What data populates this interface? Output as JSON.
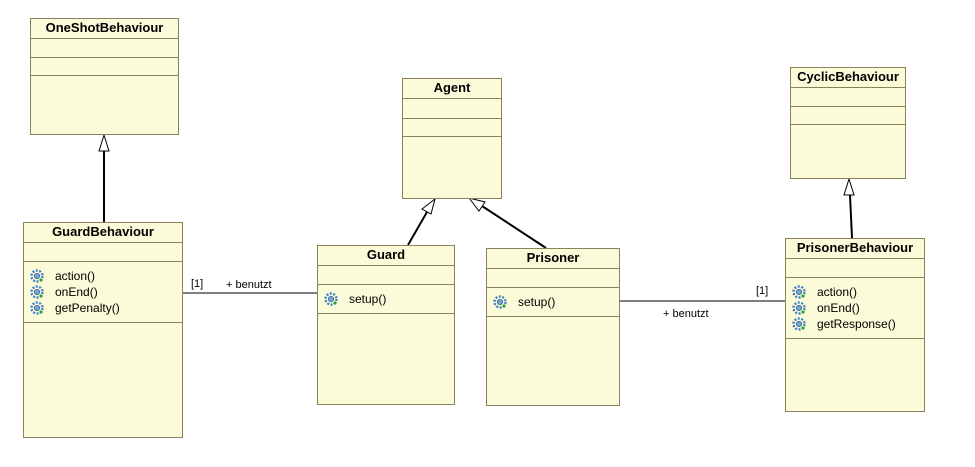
{
  "classes": {
    "oneshot": {
      "name": "OneShotBehaviour"
    },
    "agent": {
      "name": "Agent"
    },
    "cyclic": {
      "name": "CyclicBehaviour"
    },
    "guardbehaviour": {
      "name": "GuardBehaviour",
      "ops": [
        "action()",
        "onEnd()",
        "getPenalty()"
      ]
    },
    "guard": {
      "name": "Guard",
      "ops": [
        "setup()"
      ]
    },
    "prisoner": {
      "name": "Prisoner",
      "ops": [
        "setup()"
      ]
    },
    "prisonerbehaviour": {
      "name": "PrisonerBehaviour",
      "ops": [
        "action()",
        "onEnd()",
        "getResponse()"
      ]
    }
  },
  "associations": {
    "guard_uses": {
      "multiplicity": "[1]",
      "role": "+ benutzt"
    },
    "prisoner_uses": {
      "multiplicity": "[1]",
      "role": "+ benutzt"
    }
  },
  "icons": {
    "operation": "method-gear-icon"
  },
  "colors": {
    "class_fill": "#fbfad9",
    "class_border": "#8a8258",
    "icon": "#3f7fbf"
  }
}
